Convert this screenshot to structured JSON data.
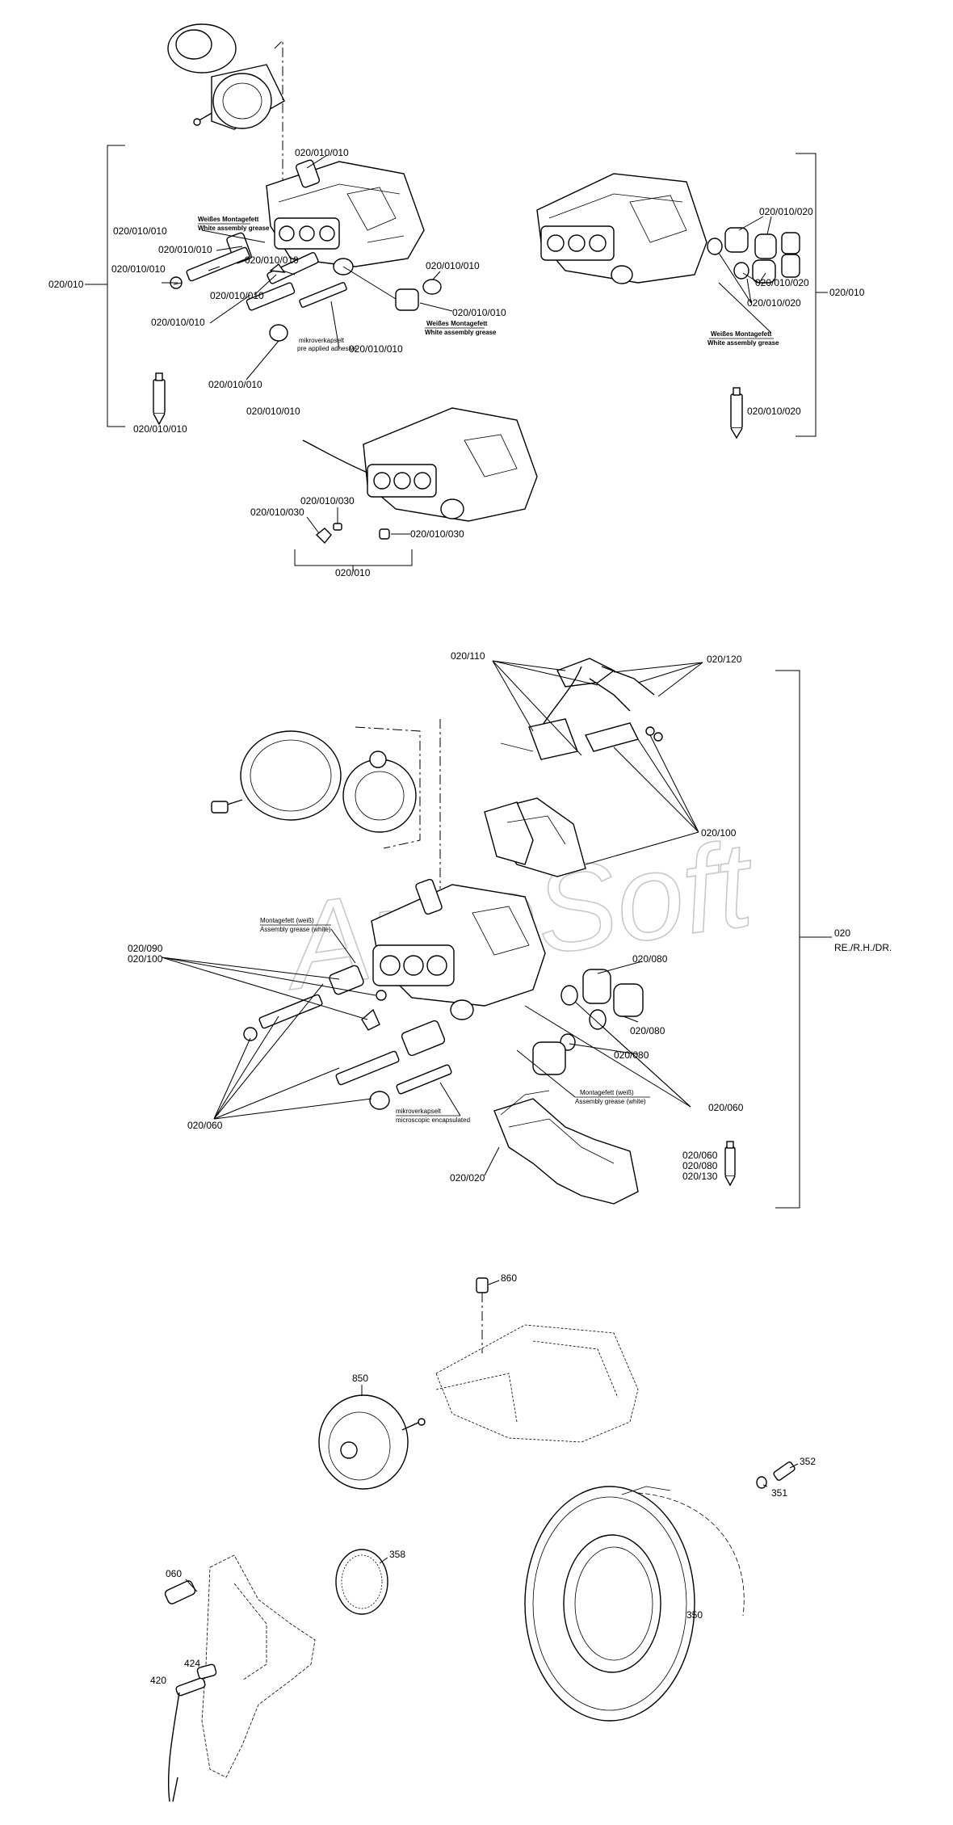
{
  "watermark": "AutoSoft",
  "labels": {
    "a1": "020/010/010",
    "a2": "020/010/010",
    "a3": "020/010/010",
    "a4": "020/010/010",
    "a5": "020/010/010",
    "a6": "020/010/010",
    "a7": "020/010/010",
    "a8": "020/010/010",
    "a9": "020/010/010",
    "a10": "020/010/010",
    "a11": "020/010/010",
    "a12": "020/010/010",
    "a13": "020/010/010",
    "a_group": "020/010",
    "b1": "020/010/020",
    "b2": "020/010/020",
    "b3": "020/010/020",
    "b4": "020/010/020",
    "b_group": "020/010",
    "c1": "020/010/030",
    "c2": "020/010/030",
    "c3": "020/010/030",
    "c_group": "020/010",
    "d_110": "020/110",
    "d_120": "020/120",
    "d_100": "020/100",
    "d_090": "020/090",
    "d_100b": "020/100",
    "d_080a": "020/080",
    "d_080b": "020/080",
    "d_080c": "020/080",
    "d_060a": "020/060",
    "d_060b": "020/060",
    "d_020": "020/020",
    "d_t1": "020/060",
    "d_t2": "020/080",
    "d_t3": "020/130",
    "d_group": "020",
    "d_group2": "RE./R.H./DR.",
    "e_860": "860",
    "e_850": "850",
    "e_352": "352",
    "e_351": "351",
    "e_358": "358",
    "e_350": "350",
    "e_060": "060",
    "e_424": "424",
    "e_420": "420"
  },
  "notes": {
    "grease1_de": "Weißes Montagefett",
    "grease1_en": "White assembly grease",
    "grease2_de": "Weißes Montagefett",
    "grease2_en": "White assembly grease",
    "grease3_de": "Weißes Montagefett",
    "grease3_en": "White assembly grease",
    "micro1_de": "mikroverkapselt",
    "micro1_en": "pre applied adhesive",
    "grease4_de": "Montagefett (weiß)",
    "grease4_en": "Assembly grease (white)",
    "grease5_de": "Montagefett (weiß)",
    "grease5_en": "Assembly grease (white)",
    "micro2_de": "mikroverkapselt",
    "micro2_en": "microscopic encapsulated"
  }
}
